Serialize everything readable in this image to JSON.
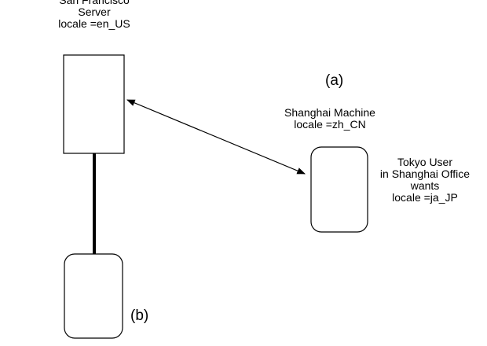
{
  "san_francisco_server": {
    "lines": [
      "San Francisco",
      "Server",
      "locale =en_US"
    ]
  },
  "shanghai_machine": {
    "lines": [
      "Shanghai Machine",
      "locale =zh_CN"
    ]
  },
  "tokyo_user": {
    "lines": [
      "Tokyo User",
      "in Shanghai Office",
      "wants",
      "locale =ja_JP"
    ]
  },
  "markers": {
    "a": "(a)",
    "b": "(b)"
  },
  "colors": {
    "stroke": "#000000",
    "background": "#ffffff"
  }
}
